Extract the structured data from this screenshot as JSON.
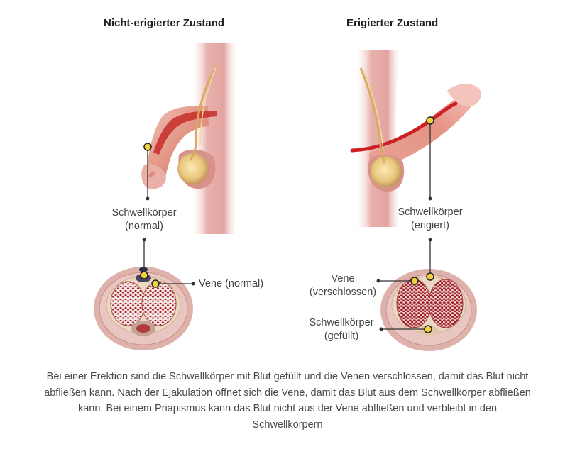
{
  "titles": {
    "left": "Nicht-erigierter Zustand",
    "right": "Erigierter Zustand"
  },
  "labels": {
    "left_body_line1": "Schwellkörper",
    "left_body_line2": "(normal)",
    "left_vein": "Vene (normal)",
    "right_body_line1": "Schwellkörper",
    "right_body_line2": "(erigiert)",
    "right_vein_line1": "Vene",
    "right_vein_line2": "(verschlossen)",
    "right_filled_line1": "Schwellkörper",
    "right_filled_line2": "(gefüllt)"
  },
  "caption": "Bei einer Erektion sind die Schwellkörper mit Blut gefüllt und die Venen verschlossen, damit das Blut nicht abfließen kann. Nach der Ejakulation öffnet sich die Vene, damit das Blut aus dem Schwellkörper abfließen kann. Bei einem Priapismus kann das Blut nicht aus der Vene abfließen und verbleibt in den Schwellkörpern",
  "colors": {
    "skin": "#e3a8a4",
    "skin_light": "#f3d3d0",
    "blood": "#c9252b",
    "marker_fill": "#f2d23a",
    "leader": "#333333"
  }
}
